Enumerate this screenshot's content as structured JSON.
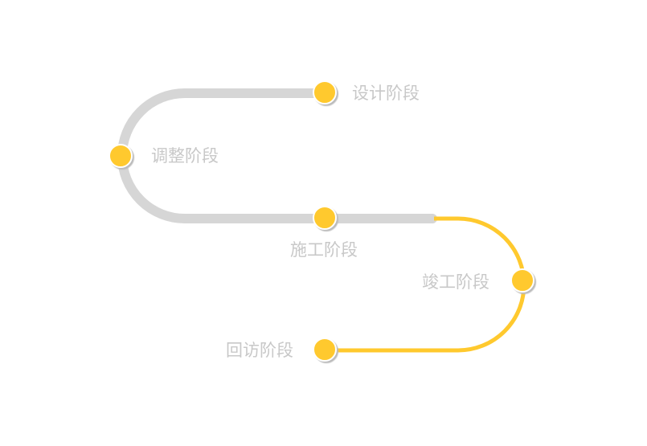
{
  "colors": {
    "done": "#d6d6d6",
    "active": "#ffc92e",
    "text": "#c8c8c8"
  },
  "stages": [
    {
      "label": "设计阶段"
    },
    {
      "label": "调整阶段"
    },
    {
      "label": "施工阶段"
    },
    {
      "label": "竣工阶段"
    },
    {
      "label": "回访阶段"
    }
  ]
}
